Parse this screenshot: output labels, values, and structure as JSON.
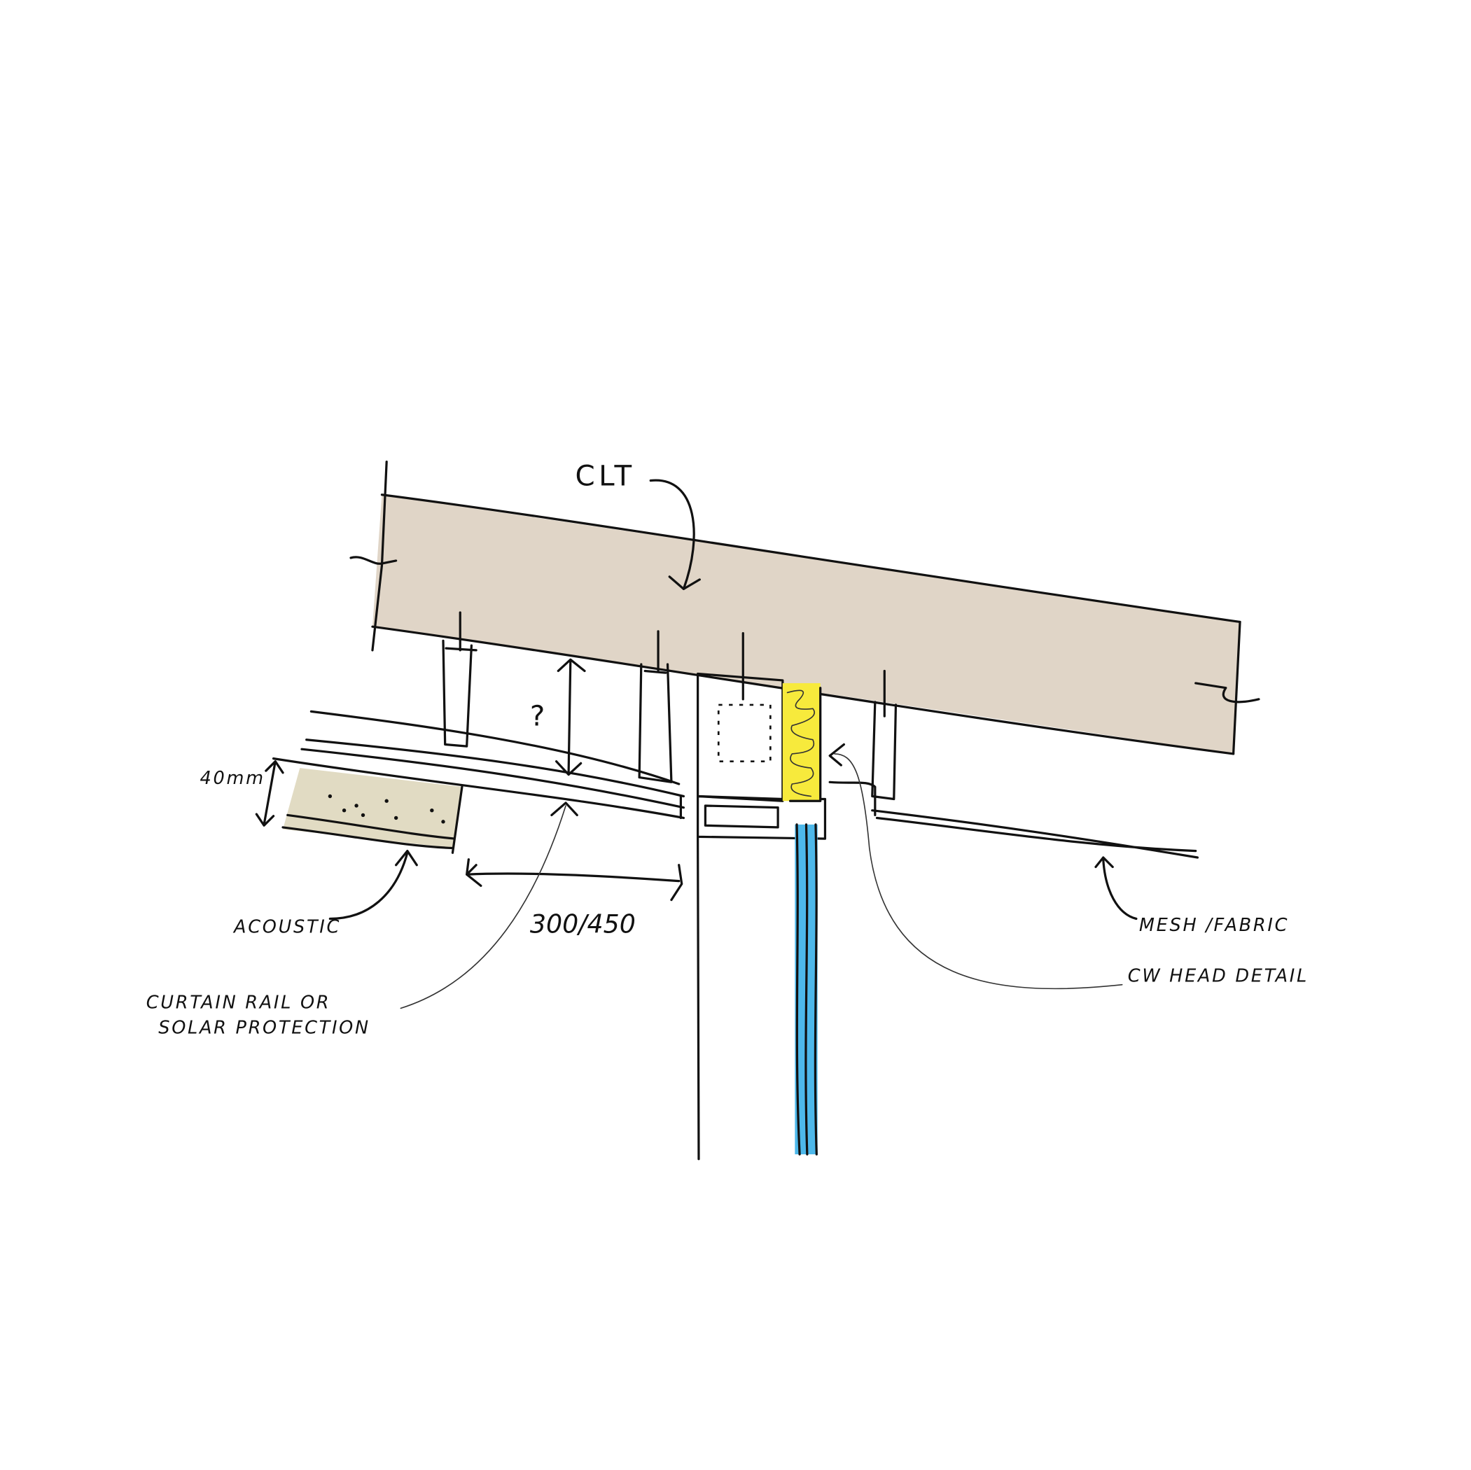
{
  "labels": {
    "clt": "CLT",
    "dimension_vertical": "40mm",
    "question_mark": "?",
    "acoustic": "ACOUSTIC",
    "dimension_horizontal": "300/450",
    "curtain_rail_line1": "CURTAIN RAIL OR",
    "curtain_rail_line2": "SOLAR PROTECTION",
    "mesh_fabric": "MESH /FABRIC",
    "cw_head_detail": "CW HEAD DETAIL"
  },
  "colors": {
    "clt_fill": "#e0d5c7",
    "acoustic_fill": "#e1dbc3",
    "insulation": "#f7ea3c",
    "glass": "#4db8ea"
  }
}
